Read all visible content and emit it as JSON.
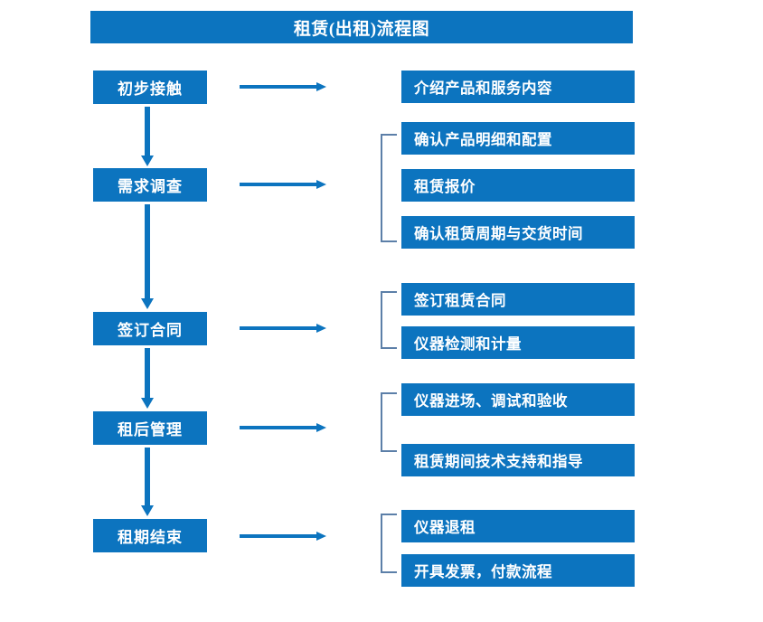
{
  "title": "租赁(出租)流程图",
  "theme": {
    "box_blue": "#0C74BF",
    "bracket_gray_blue": "#5C7FA8",
    "text_on_blue": "#FFFFFF",
    "background": "#FFFFFF"
  },
  "chart_data": {
    "type": "diagram",
    "title": "租赁(出租)流程图",
    "stages": [
      {
        "label": "初步接触",
        "details": [
          "介绍产品和服务内容"
        ]
      },
      {
        "label": "需求调查",
        "details": [
          "确认产品明细和配置",
          "租赁报价",
          "确认租赁周期与交货时间"
        ]
      },
      {
        "label": "签订合同",
        "details": [
          "签订租赁合同",
          "仪器检测和计量"
        ]
      },
      {
        "label": "租后管理",
        "details": [
          "仪器进场、调试和验收",
          "租赁期间技术支持和指导"
        ]
      },
      {
        "label": "租期结束",
        "details": [
          "仪器退租",
          "开具发票，付款流程"
        ]
      }
    ]
  },
  "stages": [
    {
      "label": "初步接触"
    },
    {
      "label": "需求调查"
    },
    {
      "label": "签订合同"
    },
    {
      "label": "租后管理"
    },
    {
      "label": "租期结束"
    }
  ],
  "details": [
    {
      "label": "介绍产品和服务内容"
    },
    {
      "label": "确认产品明细和配置"
    },
    {
      "label": "租赁报价"
    },
    {
      "label": "确认租赁周期与交货时间"
    },
    {
      "label": "签订租赁合同"
    },
    {
      "label": "仪器检测和计量"
    },
    {
      "label": "仪器进场、调试和验收"
    },
    {
      "label": "租赁期间技术支持和指导"
    },
    {
      "label": "仪器退租"
    },
    {
      "label": "开具发票，付款流程"
    }
  ]
}
